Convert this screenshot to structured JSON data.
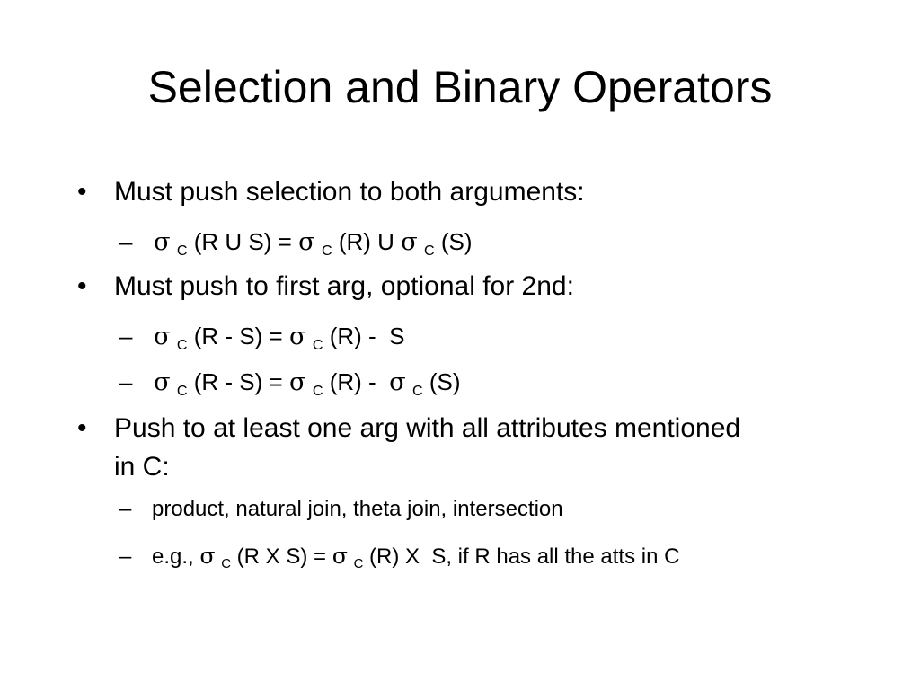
{
  "slide": {
    "title": "Selection and Binary Operators",
    "bullet_glyph": "•",
    "dash_glyph": "–",
    "sigma": "σ",
    "subscript": "C",
    "bullets": [
      {
        "text": "Must push selection to both arguments:",
        "subs": [
          {
            "segments": [
              "(R U S) =",
              "(R) U",
              "(S)"
            ]
          }
        ]
      },
      {
        "text": "Must push to first arg, optional for 2nd:",
        "subs": [
          {
            "segments": [
              "(R - S) =",
              "(R) -  S"
            ]
          },
          {
            "segments": [
              "(R - S) =",
              "(R) -",
              "(S)"
            ]
          }
        ]
      },
      {
        "text": "Push to at least one arg with all attributes mentioned in C:",
        "subs": [
          {
            "text": "product, natural join, theta join, intersection"
          },
          {
            "prefix": "e.g.,",
            "segments": [
              "(R X S) =",
              "(R) X  S, if R has all the atts in C"
            ]
          }
        ]
      }
    ]
  }
}
